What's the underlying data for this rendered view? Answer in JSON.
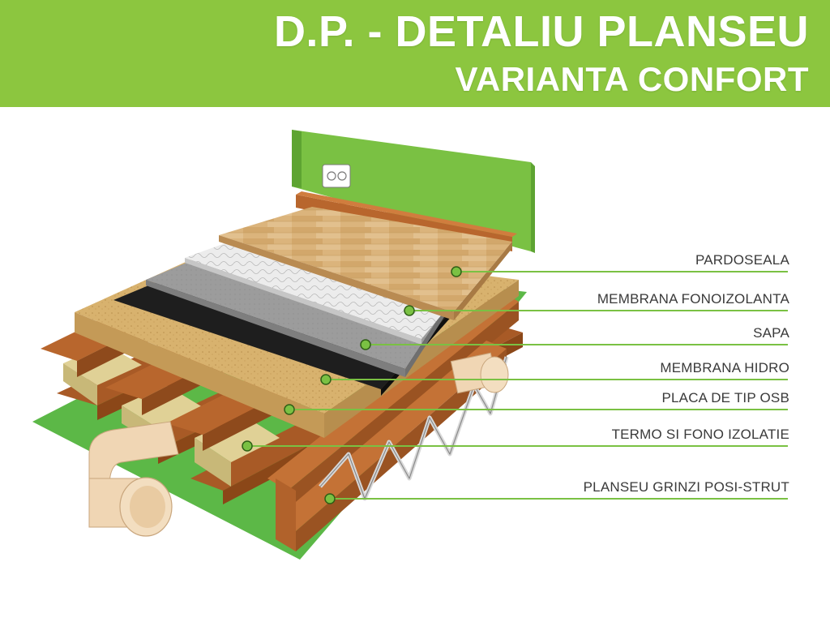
{
  "header": {
    "title": "D.P. - DETALIU PLANSEU",
    "subtitle": "VARIANTA CONFORT"
  },
  "layers": [
    {
      "label": "PARDOSEALA"
    },
    {
      "label": "MEMBRANA FONOIZOLANTA"
    },
    {
      "label": "SAPA"
    },
    {
      "label": "MEMBRANA HIDRO"
    },
    {
      "label": "PLACA DE TIP OSB"
    },
    {
      "label": "TERMO SI FONO IZOLATIE"
    },
    {
      "label": "PLANSEU GRINZI POSI-STRUT"
    }
  ],
  "colors": {
    "accent": "#8cc63f",
    "leader": "#7ac143",
    "wall": "#7ac143",
    "floor_wood": "#d9b27a",
    "acoustic_membrane": "#e4e4e4",
    "screed": "#9a9a9a",
    "waterproof_membrane": "#222222",
    "osb": "#d6b06c",
    "insulation": "#d8c88a",
    "joists": "#b5652d",
    "pipe": "#f0d6b4",
    "ground": "#5cb847"
  }
}
